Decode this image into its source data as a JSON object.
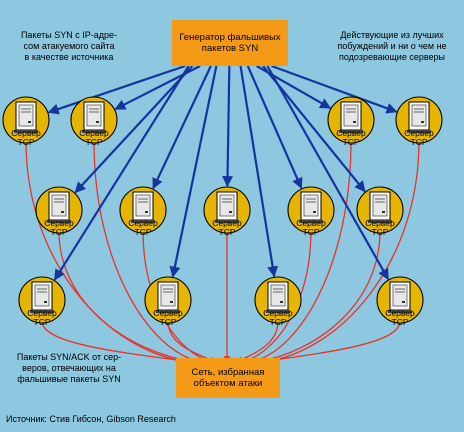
{
  "generator_box": {
    "lines": [
      "Генератор фальшивых",
      "пакетов SYN"
    ]
  },
  "target_box": {
    "lines": [
      "Сеть, избранная",
      "объектом атаки"
    ]
  },
  "notes": {
    "top_left": [
      "Пакеты SYN с IP-адре-",
      "сом атакуемого сайта",
      "в качестве источника"
    ],
    "top_right": [
      "Действующие из лучших",
      "побуждений и ни о чем не",
      "подозревающие серверы"
    ],
    "bottom_left": [
      "Пакеты SYN/ACK от сер-",
      "веров, отвечающих на",
      "фальшивые пакеты SYN"
    ]
  },
  "server_label": [
    "Сервер",
    "TCP"
  ],
  "source": "Источник: Стив Гибсон, Gibson Research",
  "colors": {
    "background": "#8ec7e0",
    "box": "#f59a16",
    "server_circle": "#e5b500",
    "server_body": "#ffffff",
    "syn_arrow": "#1434a0",
    "synack_arrow": "#e8322a"
  },
  "server_count": 13
}
